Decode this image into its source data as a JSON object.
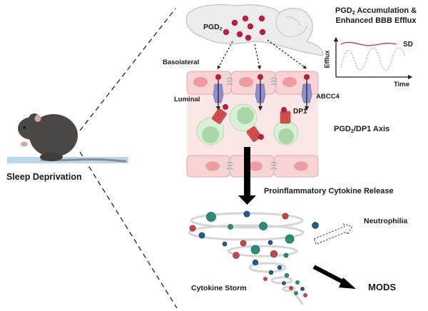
{
  "figure": {
    "labels": {
      "pgd2_prefix": "PGD",
      "pgd2_sub": "2",
      "accum_line1_prefix": "PGD",
      "accum_line1_sub": "2",
      "accum_line1_suffix": " Accumulation &",
      "accum_line2": "Enhanced BBB Efflux",
      "efflux_axis": "Efflux",
      "time_axis": "Time",
      "sd_label": "SD",
      "basolateral": "Basolateral",
      "luminal": "Luminal",
      "abcc4": "ABCC4",
      "dp1": "DP1",
      "axis_prefix": "PGD",
      "axis_sub": "2",
      "axis_suffix": "/DP1 Axis",
      "cytokine_release": "Proinflammatory Cytokine Release",
      "sleep_deprivation": "Sleep Deprivation",
      "neutrophilia": "Neutrophilia",
      "cytokine_storm": "Cytokine Storm",
      "mods": "MODS"
    },
    "icons": [
      "mouse-icon",
      "brain-icon",
      "pgd2-molecule-icon",
      "abcc4-transporter-icon",
      "dp1-receptor-icon",
      "immune-cell-icon",
      "endothelial-cell-icon",
      "tight-junction-icon",
      "cytokine-tornado-icon"
    ],
    "colors": {
      "pgd2_dot": "#b5203f",
      "cell_fill": "#f7d3d3",
      "cell_stroke": "#e3a9a9",
      "nucleus": "#ec9ca0",
      "lumen_bg": "#fbe6e6",
      "immune_outer": "#d9efd7",
      "immune_inner": "#a9d8a6",
      "receptor": "#d4514f",
      "transporter": "#8d8fcf",
      "tornado": "#d5d5d5",
      "cyto_teal": "#2b8c7c",
      "cyto_blue": "#1f5e92",
      "cyto_red": "#c64747",
      "sd_line": "#c0392b",
      "control_line": "#9fa8d0",
      "mouse": "#4a4744",
      "floor": "#bcd6ea"
    }
  }
}
